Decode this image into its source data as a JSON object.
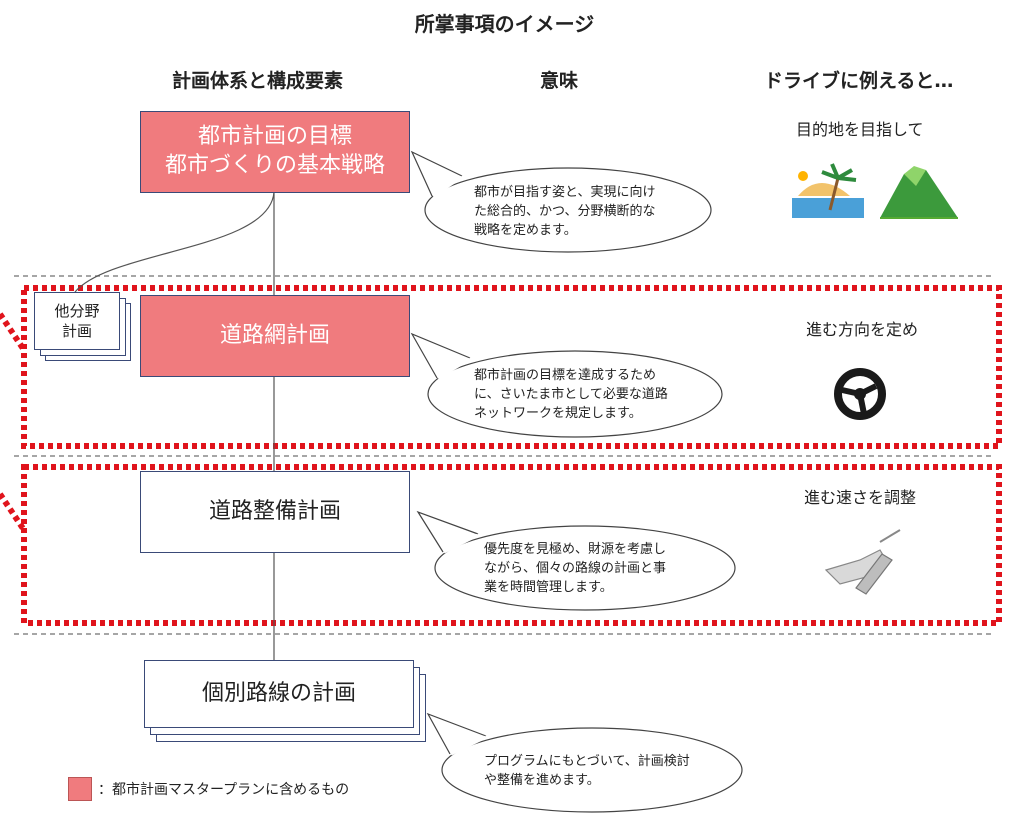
{
  "title": "所掌事項のイメージ",
  "headers": {
    "col1": "計画体系と構成要素",
    "col2": "意味",
    "col3": "ドライブに例えると…"
  },
  "boxes": {
    "goal": "都市計画の目標\n都市づくりの基本戦略",
    "network": "道路網計画",
    "maintenance": "道路整備計画",
    "individual": "個別路線の計画",
    "other": "他分野\n計画"
  },
  "bubbles": {
    "goal": "都市が目指す姿と、実現に向け\nた総合的、かつ、分野横断的な\n戦略を定めます。",
    "network": "都市計画の目標を達成するため\nに、さいたま市として必要な道路\nネットワークを規定します。",
    "maintenance": "優先度を見極め、財源を考慮し\nながら、個々の路線の計画と事\n業を時間管理します。",
    "individual": "プログラムにもとづいて、計画検討\nや整備を進めます。"
  },
  "drive": {
    "goal": "目的地を目指して",
    "network": "進む方向を定め",
    "maintenance": "進む速さを調整"
  },
  "legend": "：都市計画マスタープランに含めるもの",
  "colors": {
    "pink": "#f07b7e",
    "highlight": "#e0141c",
    "border": "#3a4a78"
  },
  "icons": [
    "destination-scenery-icon",
    "steering-wheel-icon",
    "pedal-icon"
  ]
}
